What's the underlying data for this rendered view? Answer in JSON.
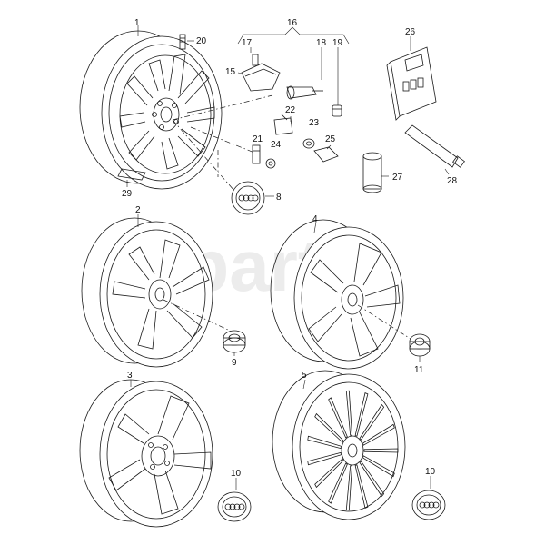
{
  "watermark": "Xparts",
  "parts": [
    {
      "id": "p1",
      "label": "1"
    },
    {
      "id": "p2",
      "label": "2"
    },
    {
      "id": "p3",
      "label": "3"
    },
    {
      "id": "p4",
      "label": "4"
    },
    {
      "id": "p5",
      "label": "5"
    },
    {
      "id": "p8",
      "label": "8"
    },
    {
      "id": "p9",
      "label": "9"
    },
    {
      "id": "p10a",
      "label": "10"
    },
    {
      "id": "p10b",
      "label": "10"
    },
    {
      "id": "p11",
      "label": "11"
    },
    {
      "id": "p15",
      "label": "15"
    },
    {
      "id": "p16",
      "label": "16"
    },
    {
      "id": "p17",
      "label": "17"
    },
    {
      "id": "p18",
      "label": "18"
    },
    {
      "id": "p19",
      "label": "19"
    },
    {
      "id": "p20",
      "label": "20"
    },
    {
      "id": "p21",
      "label": "21"
    },
    {
      "id": "p22",
      "label": "22"
    },
    {
      "id": "p23",
      "label": "23"
    },
    {
      "id": "p24",
      "label": "24"
    },
    {
      "id": "p25",
      "label": "25"
    },
    {
      "id": "p26",
      "label": "26"
    },
    {
      "id": "p27",
      "label": "27"
    },
    {
      "id": "p28",
      "label": "28"
    },
    {
      "id": "p29",
      "label": "29"
    }
  ]
}
